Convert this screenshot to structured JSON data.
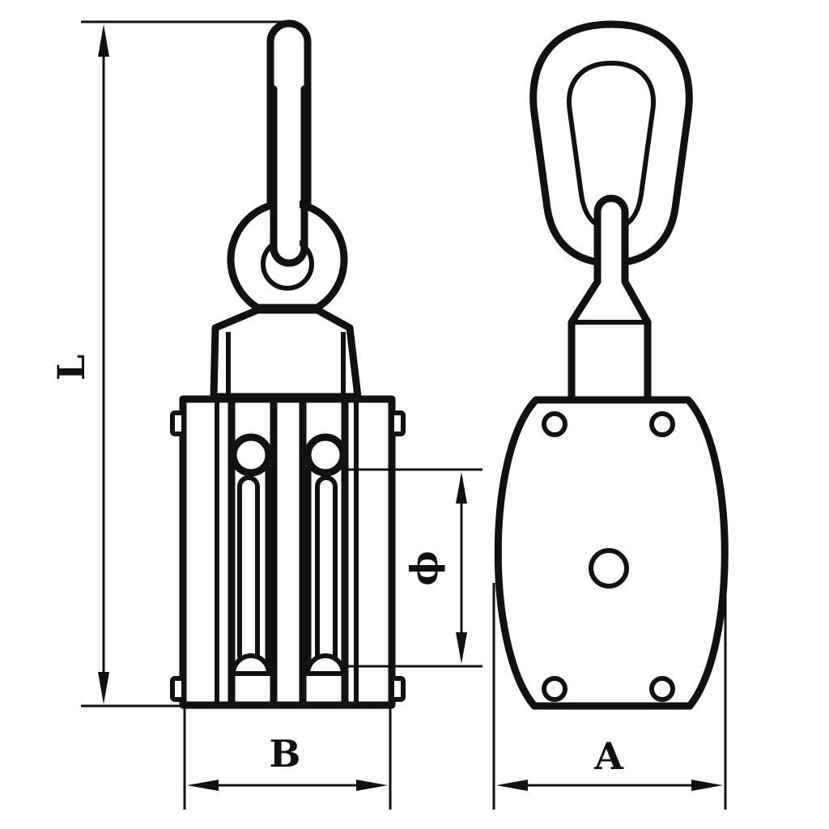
{
  "diagram": {
    "labels": {
      "L": "L",
      "B": "B",
      "A": "A",
      "D": "ϕ"
    }
  }
}
